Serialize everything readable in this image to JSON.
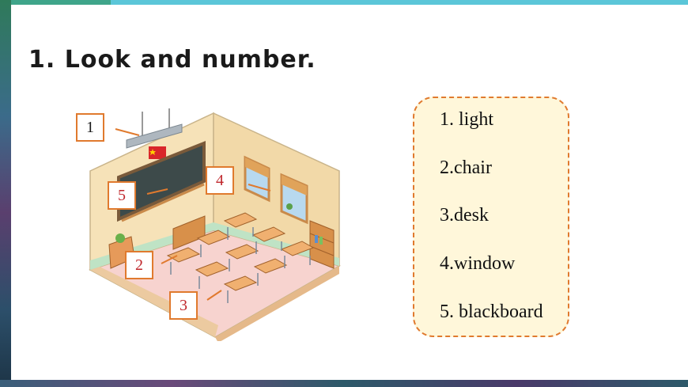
{
  "title": "1. Look and number.",
  "labels": [
    {
      "text": "1",
      "color": "#1a1a1a"
    },
    {
      "text": "5",
      "color": "#c0282d"
    },
    {
      "text": "4",
      "color": "#c0282d"
    },
    {
      "text": "2",
      "color": "#c0282d"
    },
    {
      "text": "3",
      "color": "#c0282d"
    }
  ],
  "words": [
    "1. light",
    "2.chair",
    "3.desk",
    "4.window",
    "5. blackboard"
  ],
  "colors": {
    "accent": "#e07a2e",
    "answer_bg": "#fff7da",
    "top_bar": "#5bc6d8"
  }
}
